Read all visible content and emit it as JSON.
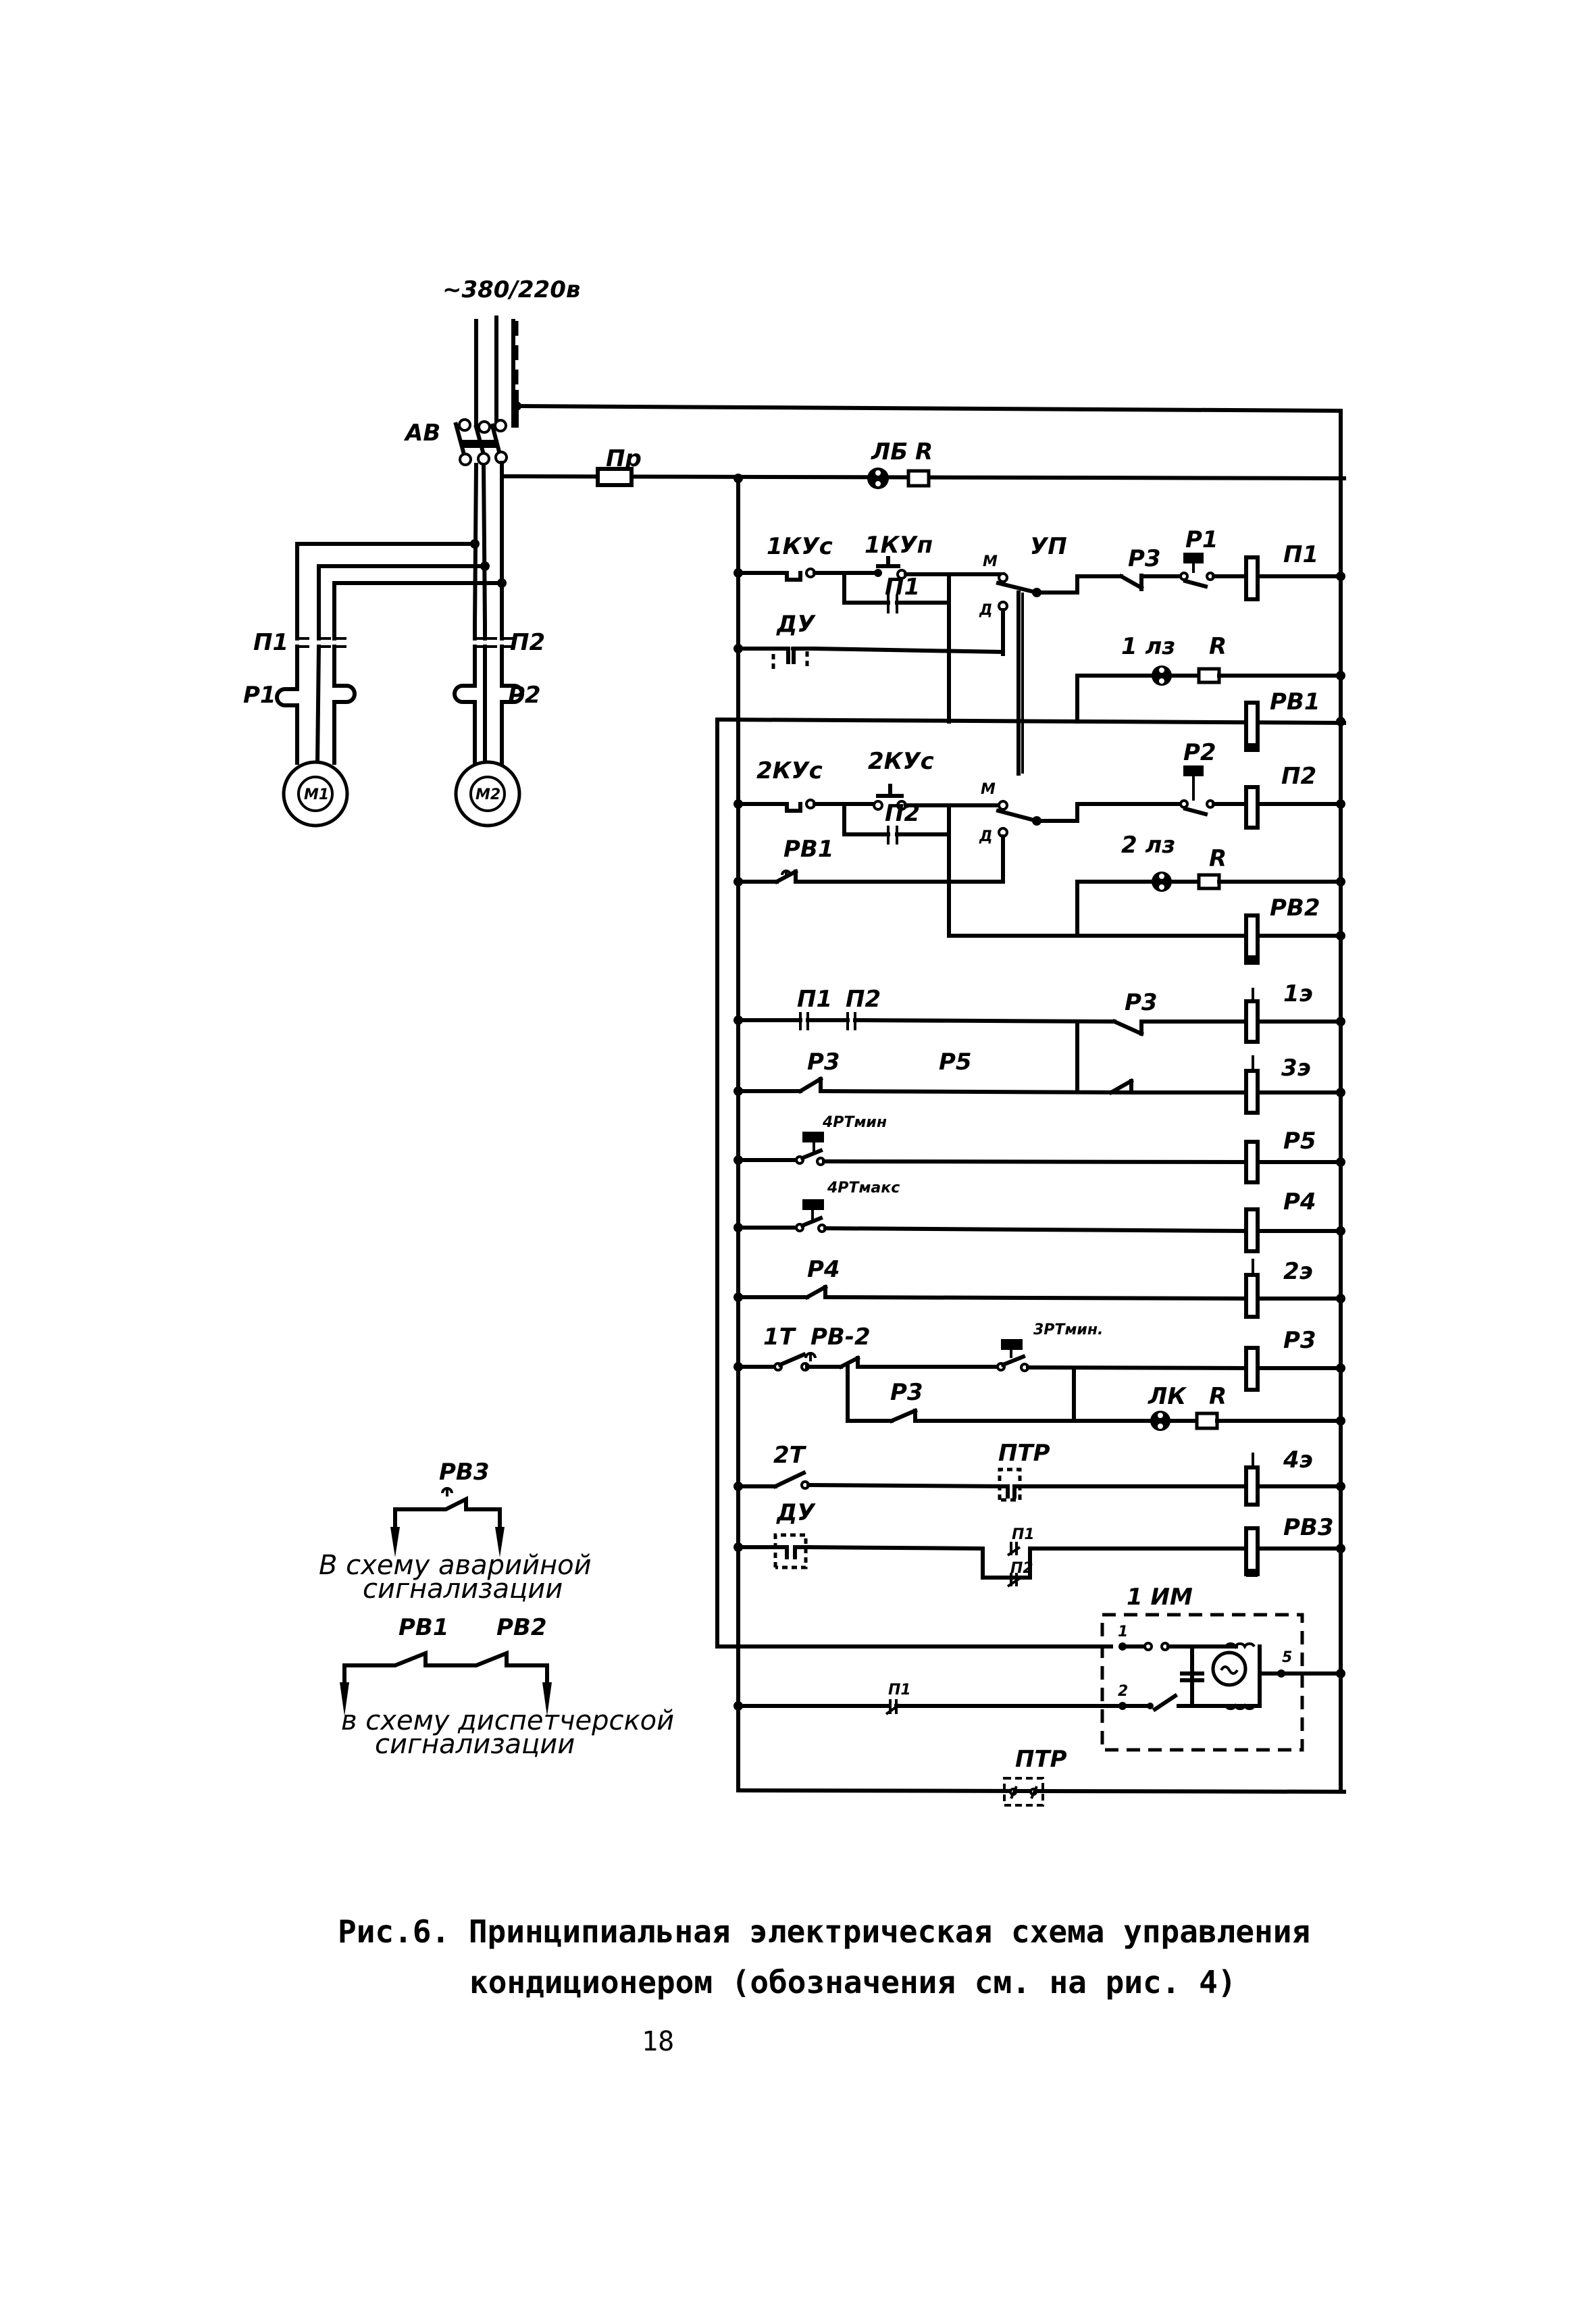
{
  "supply": {
    "voltage_label": "~380/220в",
    "breaker_label": "АВ",
    "fuse_label": "Пр"
  },
  "power_circuit": {
    "contactor_1": "П1",
    "contactor_2": "П2",
    "thermal_1": "Р1",
    "thermal_2": "Р2",
    "motor_1": "М1",
    "motor_2": "М2"
  },
  "top_line": {
    "lamp": "ЛБ",
    "resistor": "R"
  },
  "control": {
    "row_p1": {
      "btn_stop": "1КУс",
      "btn_start": "1КУп",
      "hold_contact": "П1",
      "switch": "УП",
      "pos_m": "М",
      "pos_d": "Д",
      "relay_p3": "Р3",
      "thermal": "Р1",
      "coil": "П1"
    },
    "row_du": {
      "remote": "ДУ"
    },
    "row_1lz": {
      "lamp": "1 лз",
      "resistor": "R"
    },
    "row_rv1": {
      "coil": "РВ1"
    },
    "row_p2": {
      "btn_stop": "2КУс",
      "btn_start": "2КУс",
      "hold_contact": "П2",
      "pos_m": "М",
      "pos_d": "Д",
      "thermal": "Р2",
      "coil": "П2"
    },
    "row_rv1c": {
      "contact": "РВ1"
    },
    "row_2lz": {
      "lamp": "2 лз",
      "resistor": "R"
    },
    "row_rv2": {
      "coil": "РВ2"
    },
    "row_1e": {
      "c1": "П1",
      "c2": "П2",
      "c3": "Р3",
      "coil": "1э"
    },
    "row_3e": {
      "c1": "Р3",
      "c2": "Р5",
      "coil": "3э"
    },
    "row_p5": {
      "sensor": "4РТмин",
      "coil": "Р5"
    },
    "row_p4": {
      "sensor": "4РТмакс",
      "coil": "Р4"
    },
    "row_2e": {
      "c1": "Р4",
      "coil": "2э"
    },
    "row_p3": {
      "t1": "1Т",
      "rv": "РВ-2",
      "sensor": "3РТмин.",
      "coil": "Р3"
    },
    "row_lk": {
      "c1": "Р3",
      "lamp": "ЛК",
      "resistor": "R"
    },
    "row_4e": {
      "t2": "2Т",
      "ptr": "ПТР",
      "coil": "4э"
    },
    "row_rv3": {
      "remote": "ДУ",
      "c1": "П1",
      "c2": "П2",
      "coil": "РВ3"
    },
    "actuator": {
      "name": "1 ИМ",
      "t1": "1",
      "t2": "2",
      "t5": "5",
      "contact": "П1"
    },
    "bottom": {
      "ptr": "ПТР"
    }
  },
  "signals": {
    "alarm": {
      "relay": "РВ3",
      "line1": "В схему аварийной",
      "line2": "сигнализации"
    },
    "dispatch": {
      "relay1": "РВ1",
      "relay2": "РВ2",
      "line1": "в схему диспетчерской",
      "line2": "сигнализации"
    }
  },
  "caption": {
    "line1": "Рис.6. Принципиальная электрическая схема управления",
    "line2": "кондиционером (обозначения см. на рис. 4)"
  },
  "page_number": "18"
}
